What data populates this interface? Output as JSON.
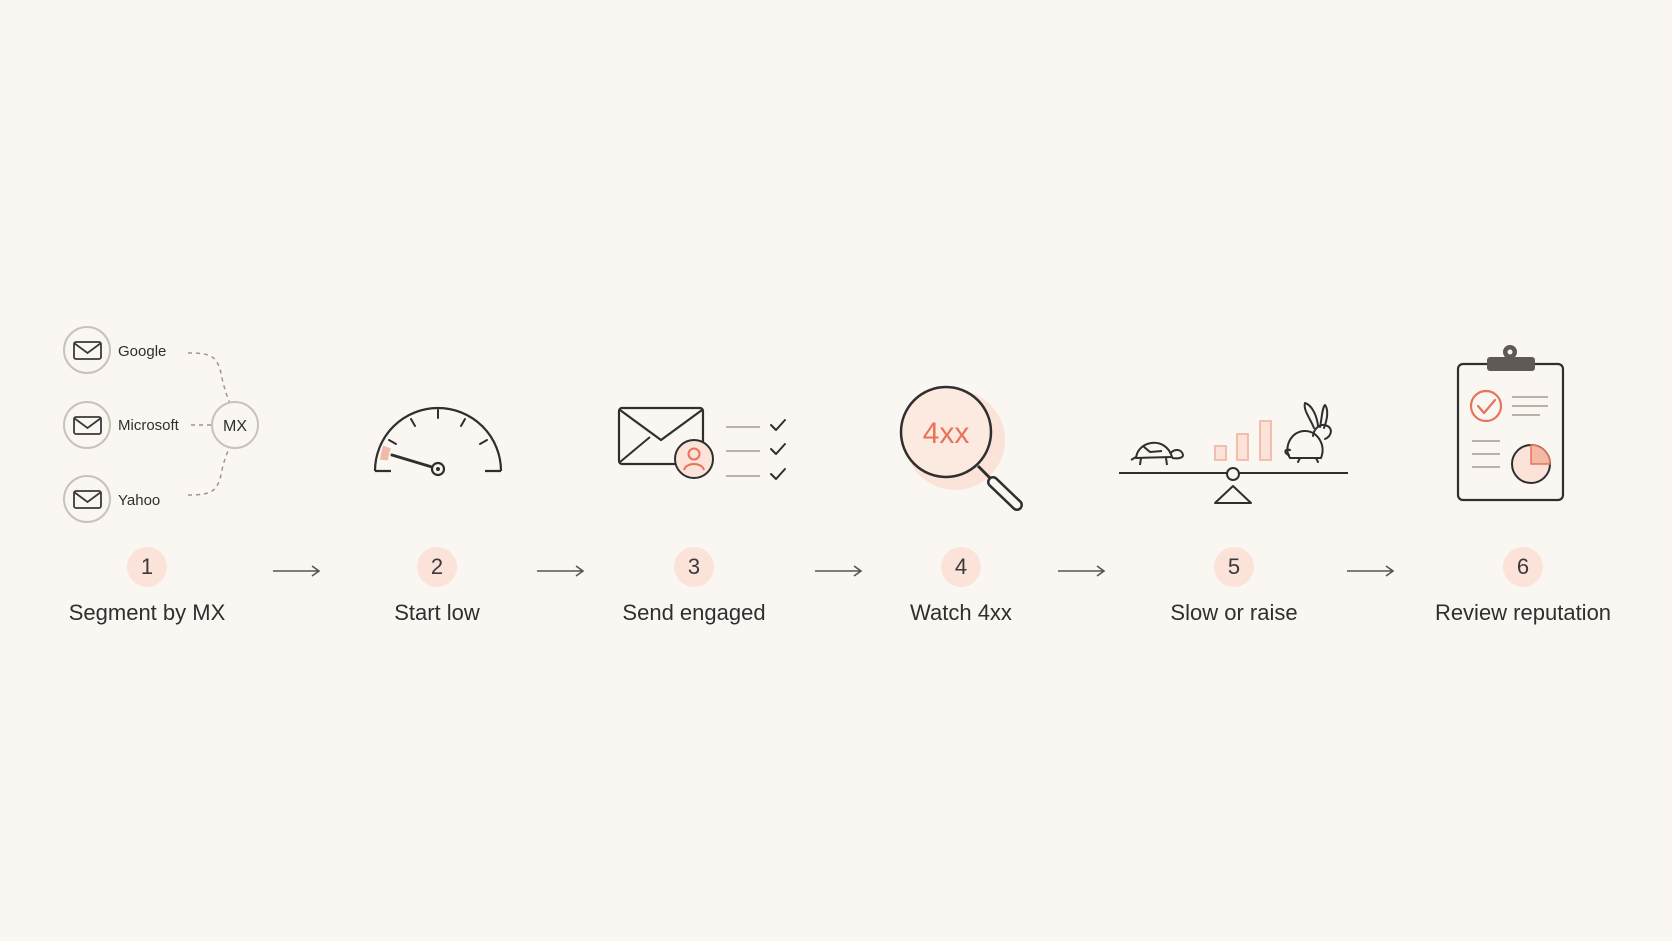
{
  "steps": [
    {
      "number": "1",
      "label": "Segment by MX"
    },
    {
      "number": "2",
      "label": "Start low"
    },
    {
      "number": "3",
      "label": "Send engaged"
    },
    {
      "number": "4",
      "label": "Watch 4xx"
    },
    {
      "number": "5",
      "label": "Slow or raise"
    },
    {
      "number": "6",
      "label": "Review reputation"
    }
  ],
  "segment": {
    "providers": [
      "Google",
      "Microsoft",
      "Yahoo"
    ],
    "hub": "MX"
  },
  "watch": {
    "code": "4xx"
  },
  "colors": {
    "background": "#faf7f2",
    "accent": "#e8735a",
    "accent_light": "#fbe3d9",
    "stroke": "#3a3a3a",
    "muted": "#b8b2ab"
  }
}
